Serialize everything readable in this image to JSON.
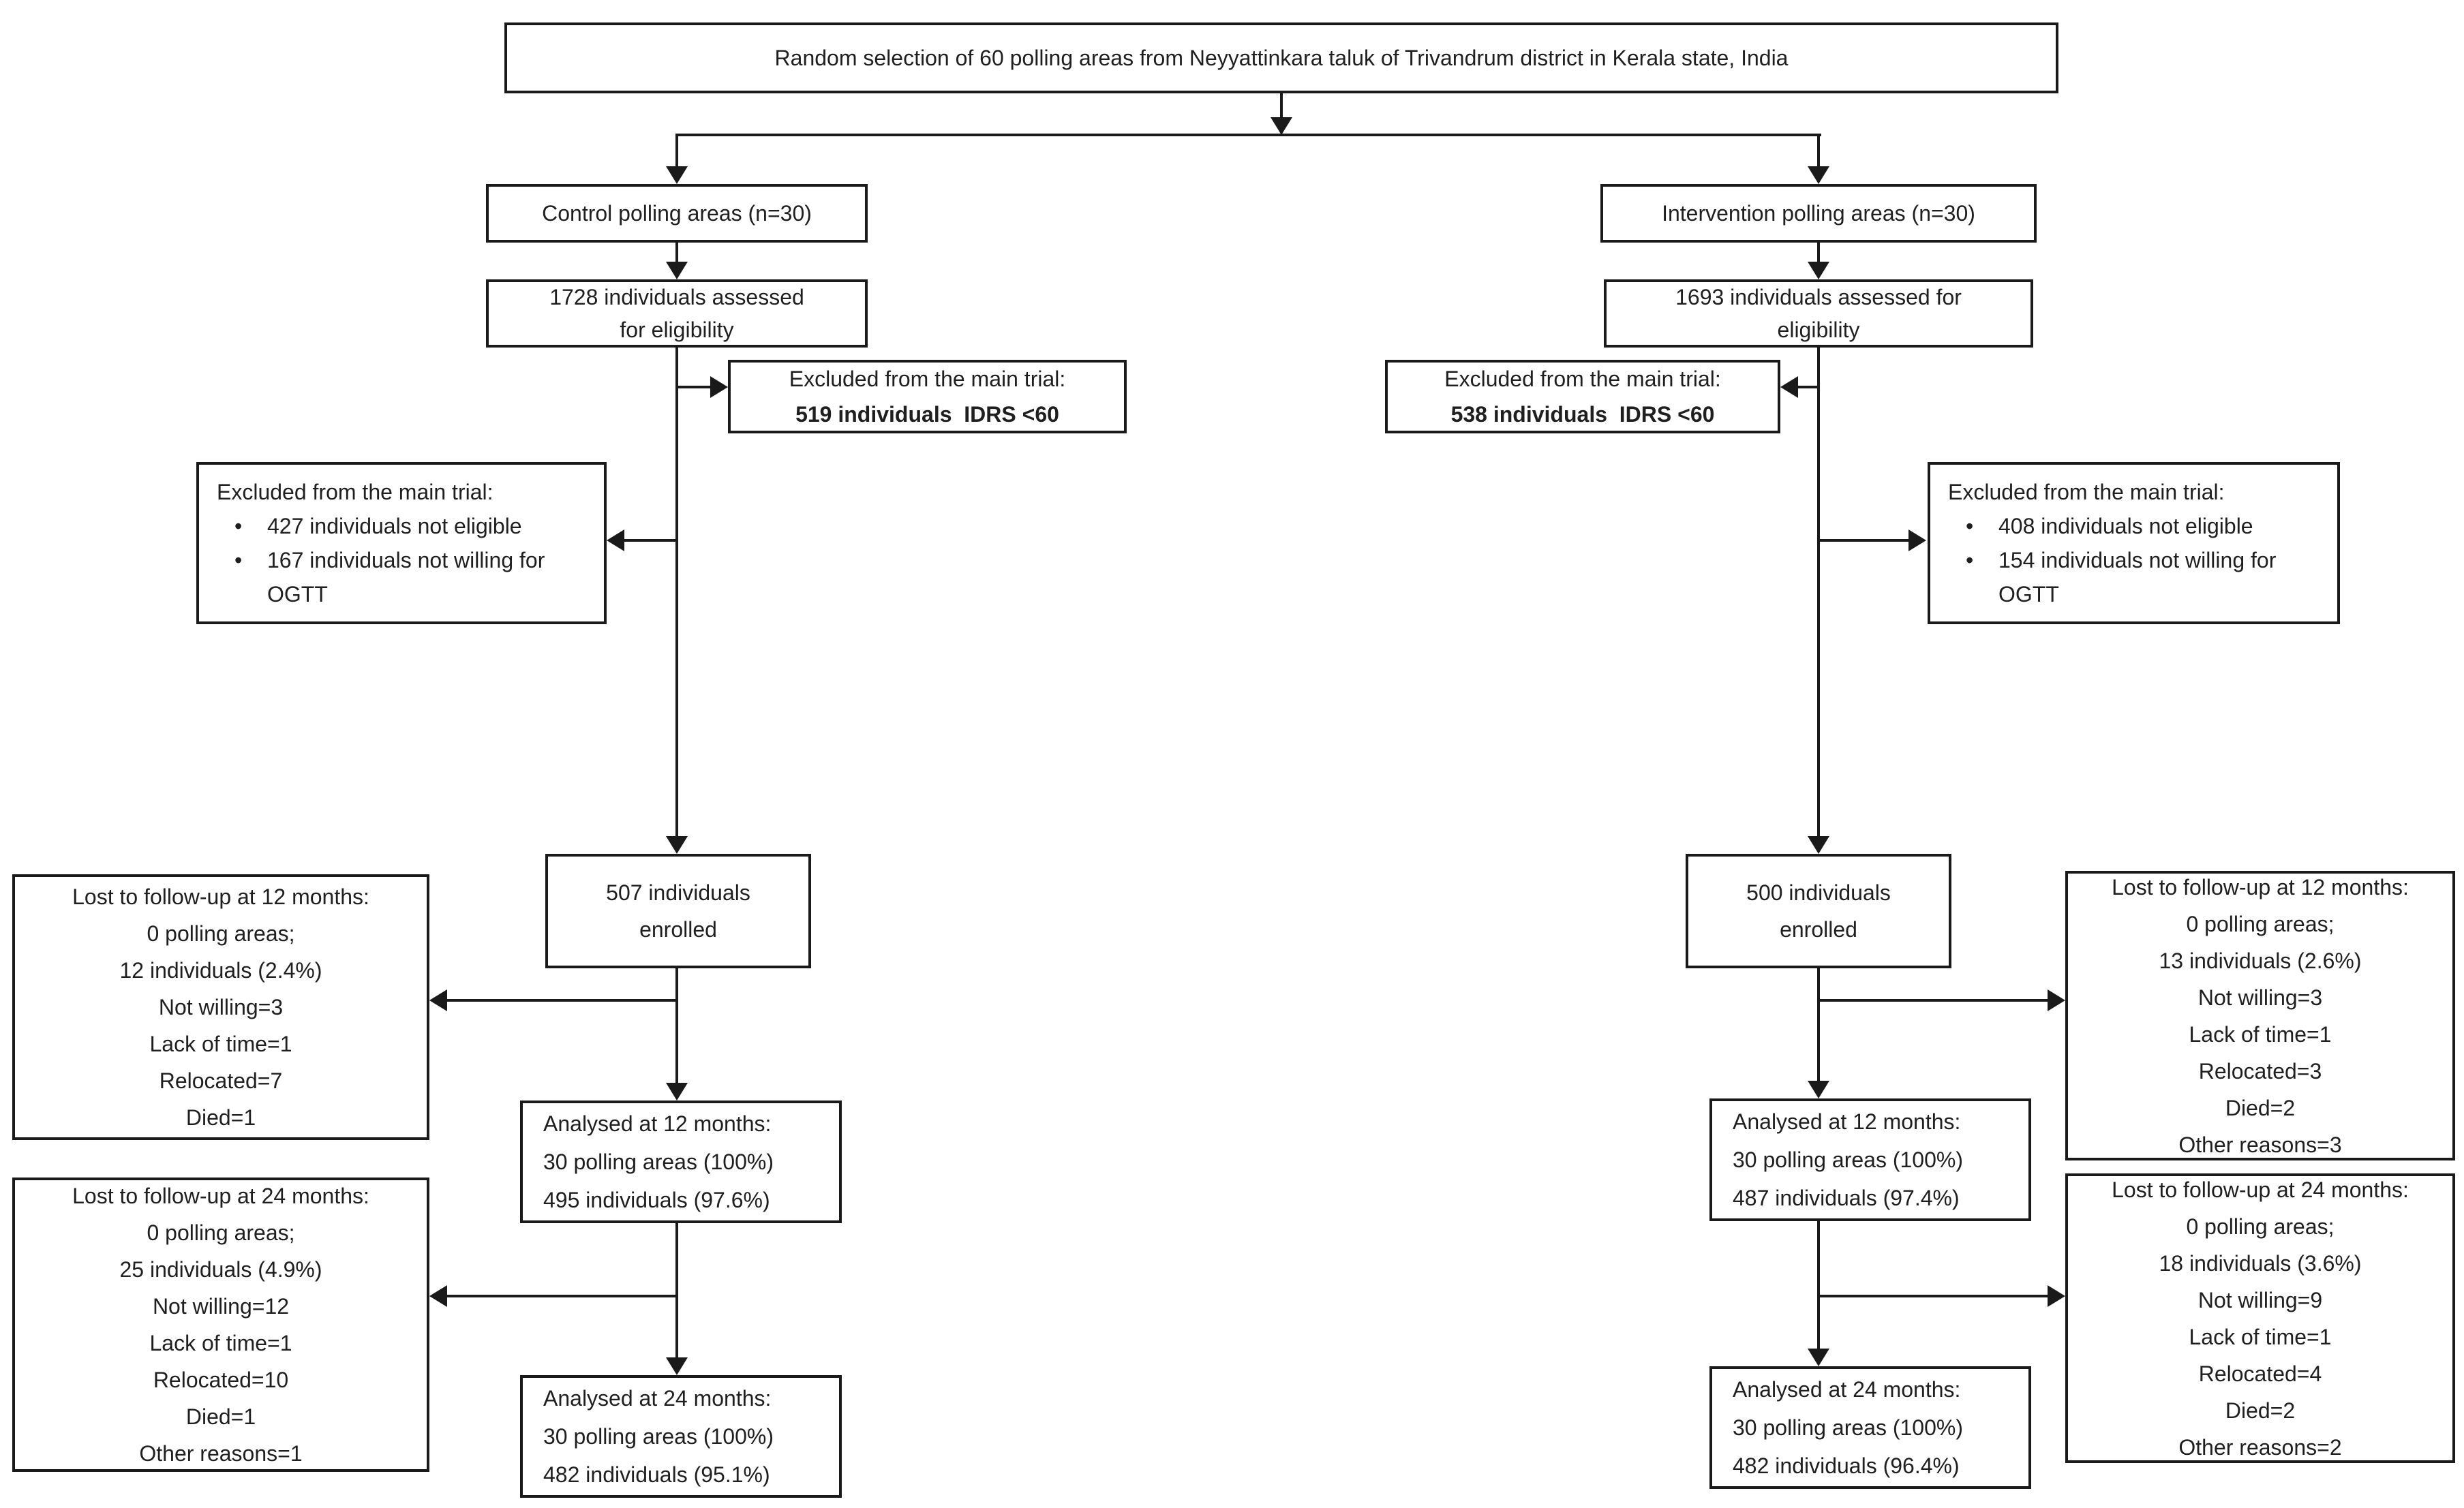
{
  "diagram": {
    "colors": {
      "line": "#1a1a1a",
      "box_border": "#1a1a1a",
      "background": "#ffffff",
      "text": "#1f1f1f"
    },
    "top": {
      "lines": [
        "Random selection of 60 polling areas from Neyyattinkara taluk of Trivandrum district in Kerala state, India"
      ]
    },
    "control": {
      "branch": {
        "lines": [
          "Control polling areas (n=30)"
        ]
      },
      "assessed": {
        "lines": [
          "1728 individuals assessed",
          "for eligibility"
        ]
      },
      "excluded_idrs": {
        "lines": [
          "Excluded from the main trial:",
          "519 individuals  IDRS <60"
        ]
      },
      "excluded_main": {
        "header": "Excluded from the main trial:",
        "bullets": [
          "427 individuals not eligible",
          "167 individuals not willing for OGTT"
        ]
      },
      "enrolled": {
        "lines": [
          "507 individuals",
          "enrolled"
        ]
      },
      "lost_12": {
        "lines": [
          "Lost to follow-up at 12 months:",
          "0 polling areas;",
          "12 individuals (2.4%)",
          "Not willing=3",
          "Lack of time=1",
          "Relocated=7",
          "Died=1"
        ]
      },
      "analysed_12": {
        "lines": [
          "Analysed at 12 months:",
          "30 polling areas (100%)",
          "495 individuals (97.6%)"
        ]
      },
      "lost_24": {
        "lines": [
          "Lost to follow-up at 24 months:",
          "0 polling areas;",
          "25 individuals (4.9%)",
          "Not willing=12",
          "Lack of time=1",
          "Relocated=10",
          "Died=1",
          "Other reasons=1"
        ]
      },
      "analysed_24": {
        "lines": [
          "Analysed at 24 months:",
          "30 polling areas (100%)",
          "482 individuals (95.1%)"
        ]
      }
    },
    "intervention": {
      "branch": {
        "lines": [
          "Intervention polling areas (n=30)"
        ]
      },
      "assessed": {
        "lines": [
          "1693 individuals assessed for",
          "eligibility"
        ]
      },
      "excluded_idrs": {
        "lines": [
          "Excluded from the main trial:",
          "538 individuals  IDRS <60"
        ]
      },
      "excluded_main": {
        "header": "Excluded from the main trial:",
        "bullets": [
          "408 individuals not eligible",
          "154 individuals not willing for OGTT"
        ]
      },
      "enrolled": {
        "lines": [
          "500 individuals",
          "enrolled"
        ]
      },
      "lost_12": {
        "lines": [
          "Lost to follow-up at 12 months:",
          "0 polling areas;",
          "13 individuals (2.6%)",
          "Not willing=3",
          "Lack of time=1",
          "Relocated=3",
          "Died=2",
          "Other reasons=3"
        ]
      },
      "analysed_12": {
        "lines": [
          "Analysed at 12 months:",
          "30 polling areas (100%)",
          "487 individuals (97.4%)"
        ]
      },
      "lost_24": {
        "lines": [
          "Lost to follow-up at 24 months:",
          "0 polling areas;",
          "18 individuals (3.6%)",
          "Not willing=9",
          "Lack of time=1",
          "Relocated=4",
          "Died=2",
          "Other reasons=2"
        ]
      },
      "analysed_24": {
        "lines": [
          "Analysed at 24 months:",
          "30 polling areas (100%)",
          "482 individuals (96.4%)"
        ]
      }
    }
  }
}
